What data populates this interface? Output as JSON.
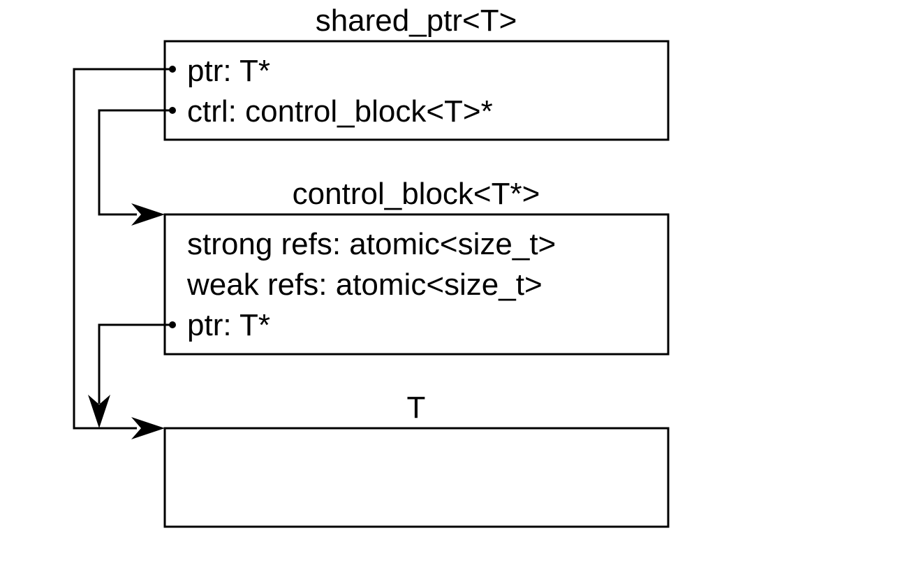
{
  "shared_ptr": {
    "title": "shared_ptr<T>",
    "fields": [
      "ptr: T*",
      "ctrl: control_block<T>*"
    ]
  },
  "control_block": {
    "title": "control_block<T*>",
    "fields": [
      "strong refs: atomic<size_t>",
      "weak refs: atomic<size_t>",
      "ptr: T*"
    ]
  },
  "target": {
    "title": "T"
  },
  "colors": {
    "stroke": "#000000",
    "background": "#ffffff"
  }
}
